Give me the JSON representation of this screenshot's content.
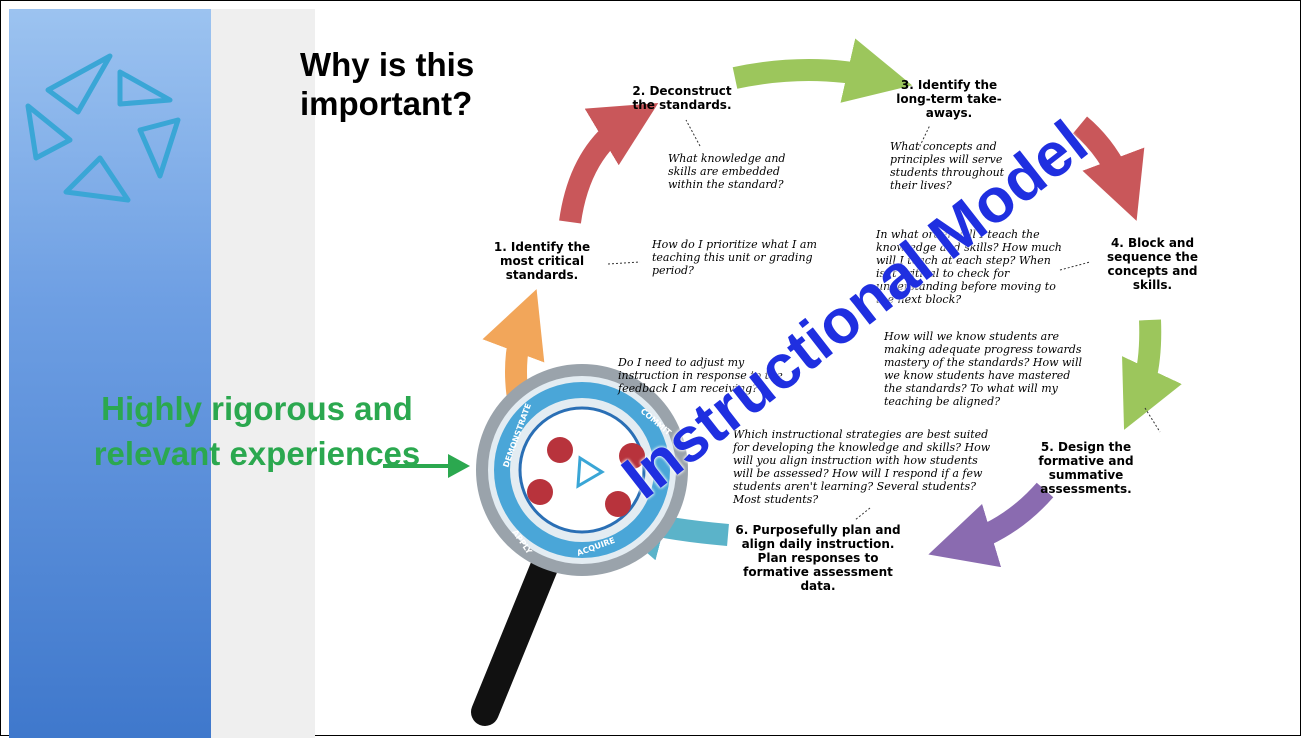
{
  "slide": {
    "title": "Why is this important?",
    "callout": "Highly rigorous and relevant experiences",
    "watermark": "Instructional Model"
  },
  "diagram": {
    "steps": [
      {
        "label": "1. Identify the most critical standards.",
        "question": "How do I prioritize what I am teaching this unit or grading period?"
      },
      {
        "label": "2. Deconstruct the standards.",
        "question": "What knowledge and skills are embedded within the standard?"
      },
      {
        "label": "3. Identify the long-term take-aways.",
        "question": "What concepts and principles will serve students throughout their lives?"
      },
      {
        "label": "4. Block and sequence the concepts and skills.",
        "question": "In what order will I teach the knowledge and skills? How much will I teach at each step? When is it critical to check for understanding before moving to the next block?"
      },
      {
        "label": "5. Design the formative and summative assessments.",
        "question": "How will we know students are making adequate progress towards mastery of the standards? How will we know students have mastered the standards? To what will my teaching be aligned?"
      },
      {
        "label": "6. Purposefully plan and align daily instruction. Plan responses to formative assessment data.",
        "question": "Which instructional strategies are best suited for developing the knowledge and skills? How will you align instruction with how students will be assessed? How will I respond if a few students aren't learning? Several students? Most students?"
      }
    ],
    "center_question": "Do I need to adjust my instruction in response to the feedback I am receiving?",
    "lens_words": [
      "DEMONSTRATE",
      "COMMIT",
      "APPLY",
      "ACQUIRE"
    ]
  },
  "colors": {
    "callout_green": "#2ba84f",
    "watermark_blue": "#1f2fe0",
    "arrow_red": "#c9575a",
    "arrow_green": "#9cc65c",
    "arrow_purple": "#8a6bb0",
    "arrow_teal": "#5bb3c9",
    "arrow_orange": "#f2a65a"
  }
}
